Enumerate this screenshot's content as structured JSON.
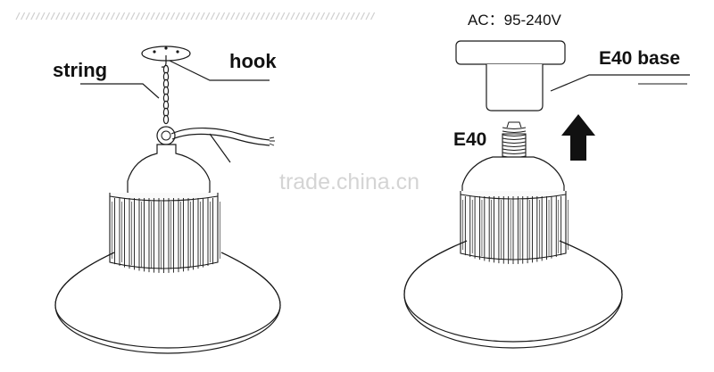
{
  "labels": {
    "string": "string",
    "hook": "hook",
    "voltage": "AC：95-240V",
    "base": "E40 base",
    "bulb_base": "E40"
  },
  "watermark": "trade.china.cn",
  "colors": {
    "line": "#1a1a1a",
    "hatch": "#cfcfcf",
    "watermark": "#d4d4d4"
  },
  "icons": {
    "arrow": "up-arrow-icon"
  }
}
